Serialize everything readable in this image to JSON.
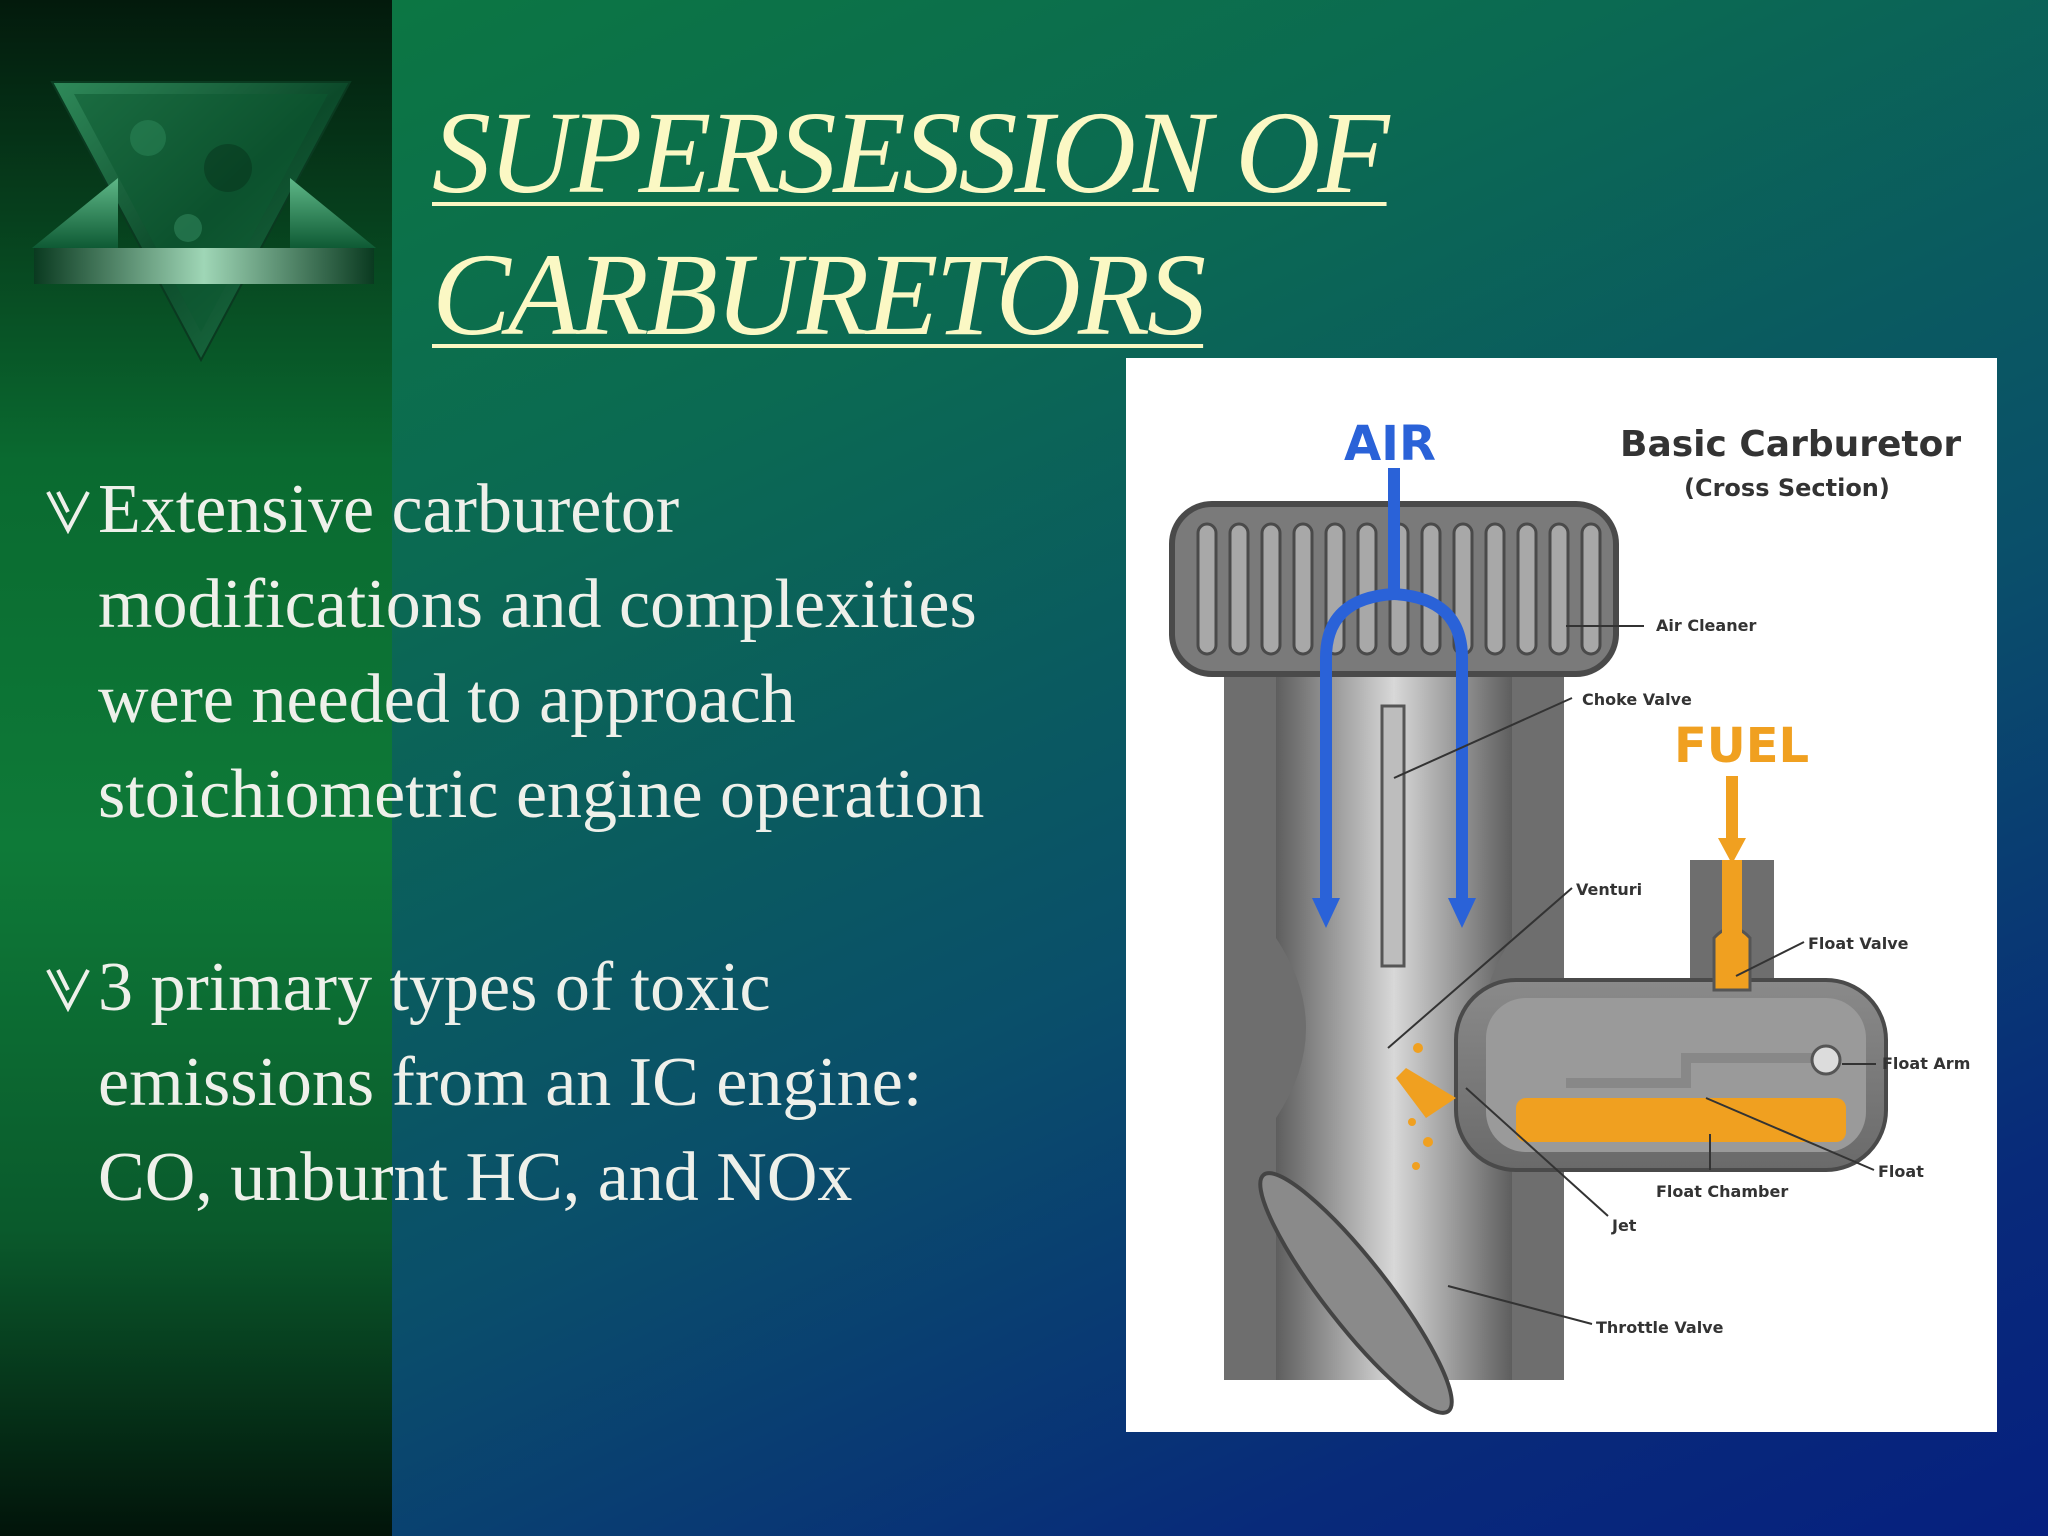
{
  "slide": {
    "title_line1": "SUPERSESSION OF",
    "title_line2": "CARBURETORS",
    "colors": {
      "title": "#fbf8c4",
      "body_text": "#eef0ea",
      "background_top": "#0d7a3e",
      "background_bottom": "#06207f",
      "left_band": "#0e7a38"
    },
    "logo_icon": "green-marble-triangle-icon",
    "bullet_icon": "open-triangle-bullet-icon"
  },
  "bullets": [
    {
      "lines": [
        "Extensive carburetor",
        "modifications and complexities",
        "were needed to approach",
        "stoichiometric engine operation"
      ]
    },
    {
      "lines": [
        "3 primary types of toxic",
        "emissions from an IC engine:",
        "CO, unburnt HC, and NOx"
      ]
    }
  ],
  "diagram": {
    "title": "Basic Carburetor",
    "subtitle": "(Cross Section)",
    "air_label": "AIR",
    "fuel_label": "FUEL",
    "colors": {
      "air": "#2a62d8",
      "fuel": "#f0a020",
      "metal": "#6e6e6e"
    },
    "labels": {
      "air_cleaner": "Air Cleaner",
      "choke_valve": "Choke Valve",
      "venturi": "Venturi",
      "float_valve": "Float Valve",
      "float_arm": "Float Arm",
      "float": "Float",
      "float_chamber": "Float Chamber",
      "jet": "Jet",
      "throttle_valve": "Throttle Valve"
    }
  }
}
